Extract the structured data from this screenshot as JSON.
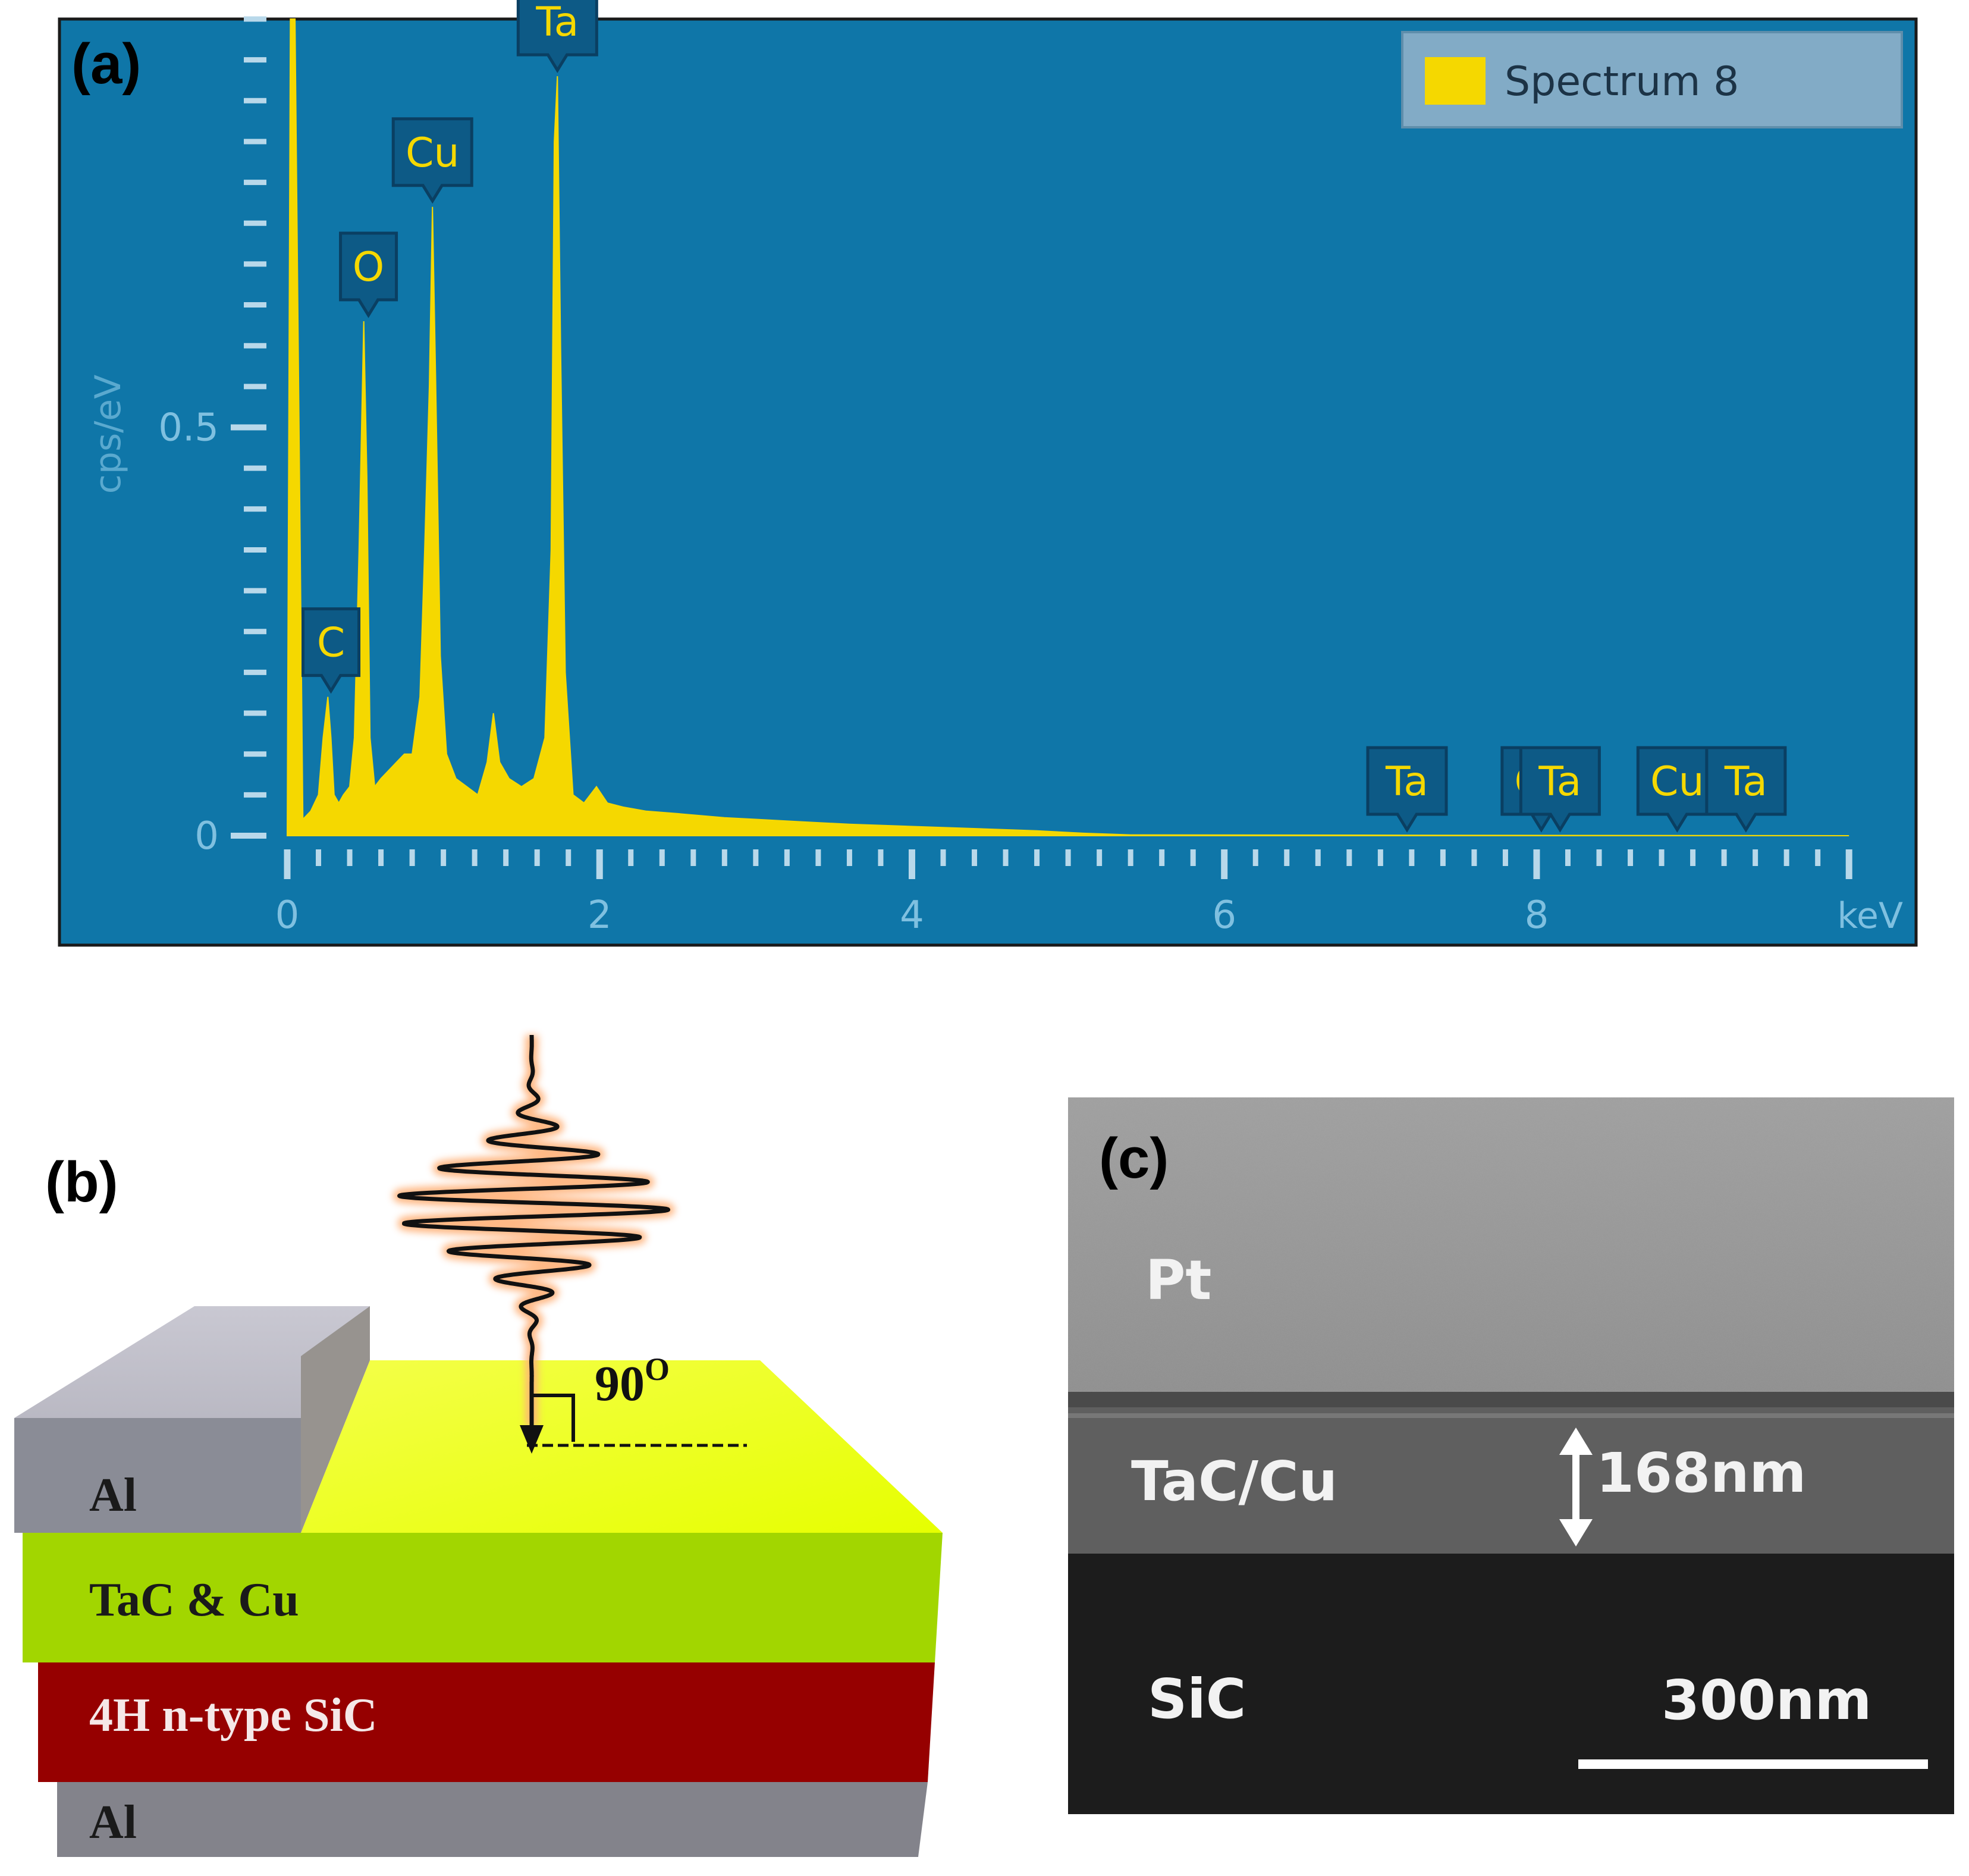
{
  "figure": {
    "panel_a_label": "(a)",
    "panel_b_label": "(b)",
    "panel_c_label": "(c)"
  },
  "chart_data": {
    "type": "area",
    "legend": {
      "label": "Spectrum 8",
      "placement": "top-right",
      "color": "#f5d800"
    },
    "xlabel": "keV",
    "ylabel": "cps/eV",
    "xlim": [
      0,
      10.3
    ],
    "ylim": [
      0,
      1.0
    ],
    "x_ticks": [
      0,
      2,
      4,
      6,
      8
    ],
    "x_tick_labels": [
      "0",
      "2",
      "4",
      "6",
      "8"
    ],
    "y_ticks": [
      0,
      0.5
    ],
    "y_tick_labels": [
      "0",
      "0.5"
    ],
    "background_color": "#0f76a8",
    "fill_color": "#f5d800",
    "spectrum": {
      "x": [
        0.0,
        0.02,
        0.05,
        0.1,
        0.15,
        0.2,
        0.23,
        0.26,
        0.28,
        0.3,
        0.33,
        0.36,
        0.4,
        0.43,
        0.46,
        0.49,
        0.51,
        0.53,
        0.56,
        0.6,
        0.65,
        0.7,
        0.75,
        0.8,
        0.85,
        0.88,
        0.91,
        0.93,
        0.95,
        0.98,
        1.02,
        1.08,
        1.15,
        1.22,
        1.28,
        1.32,
        1.36,
        1.42,
        1.5,
        1.58,
        1.65,
        1.69,
        1.71,
        1.73,
        1.75,
        1.78,
        1.83,
        1.9,
        1.98,
        2.05,
        2.15,
        2.3,
        2.5,
        2.8,
        3.0,
        3.3,
        3.6,
        3.9,
        4.2,
        4.5,
        4.8,
        5.1,
        5.4,
        10.0
      ],
      "y": [
        0.0,
        1.0,
        1.0,
        0.02,
        0.03,
        0.05,
        0.12,
        0.17,
        0.12,
        0.05,
        0.04,
        0.05,
        0.06,
        0.12,
        0.35,
        0.63,
        0.44,
        0.12,
        0.06,
        0.07,
        0.08,
        0.09,
        0.1,
        0.1,
        0.17,
        0.35,
        0.55,
        0.77,
        0.56,
        0.22,
        0.1,
        0.07,
        0.06,
        0.05,
        0.09,
        0.15,
        0.09,
        0.07,
        0.06,
        0.07,
        0.12,
        0.35,
        0.85,
        0.93,
        0.6,
        0.2,
        0.05,
        0.04,
        0.06,
        0.04,
        0.035,
        0.03,
        0.027,
        0.022,
        0.02,
        0.017,
        0.014,
        0.012,
        0.01,
        0.008,
        0.006,
        0.003,
        0.001,
        0.0
      ]
    },
    "peak_labels": [
      {
        "element": "C",
        "energy": 0.28,
        "intensity": 0.17
      },
      {
        "element": "O",
        "energy": 0.52,
        "intensity": 0.63
      },
      {
        "element": "Cu",
        "energy": 0.93,
        "intensity": 0.77
      },
      {
        "element": "Ta",
        "energy": 1.73,
        "intensity": 0.93
      },
      {
        "element": "Ta",
        "energy": 7.17,
        "intensity": 0.0
      },
      {
        "element": "Cu",
        "energy": 8.03,
        "intensity": 0.0
      },
      {
        "element": "Ta",
        "energy": 8.15,
        "intensity": 0.0
      },
      {
        "element": "Cu",
        "energy": 8.9,
        "intensity": 0.0
      },
      {
        "element": "Ta",
        "energy": 9.34,
        "intensity": 0.0
      }
    ]
  },
  "device": {
    "top_contact_label": "Al",
    "film_label": "TaC & Cu",
    "substrate_label": "4H n-type SiC",
    "bottom_contact_label": "Al",
    "angle_label": "90",
    "angle_superscript": "O",
    "colors": {
      "aluminum": "#8a8c96",
      "film": "#a2d600",
      "substrate": "#960000",
      "film_top": "#eaff00"
    }
  },
  "sem": {
    "pt_label": "Pt",
    "film_label": "TaC/Cu",
    "thickness_label": "168nm",
    "substrate_label": "SiC",
    "scalebar_label": "300nm"
  }
}
